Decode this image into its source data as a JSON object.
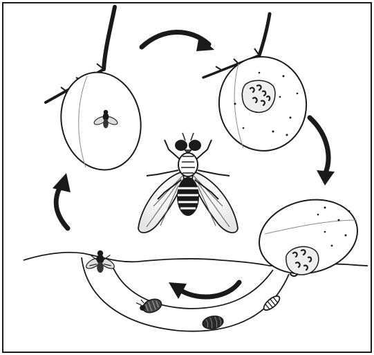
{
  "diagram": {
    "stages": [
      {
        "id": "adult-on-fruit",
        "label": ""
      },
      {
        "id": "infested-fruit",
        "label": ""
      },
      {
        "id": "fallen-fruit",
        "label": ""
      },
      {
        "id": "pupa-in-soil",
        "label": ""
      },
      {
        "id": "emerging-adult",
        "label": ""
      }
    ],
    "colors": {
      "ink": "#1a1a1a",
      "paper": "#ffffff",
      "wing": "#f2f2f2",
      "fruit": "#ffffff"
    }
  }
}
